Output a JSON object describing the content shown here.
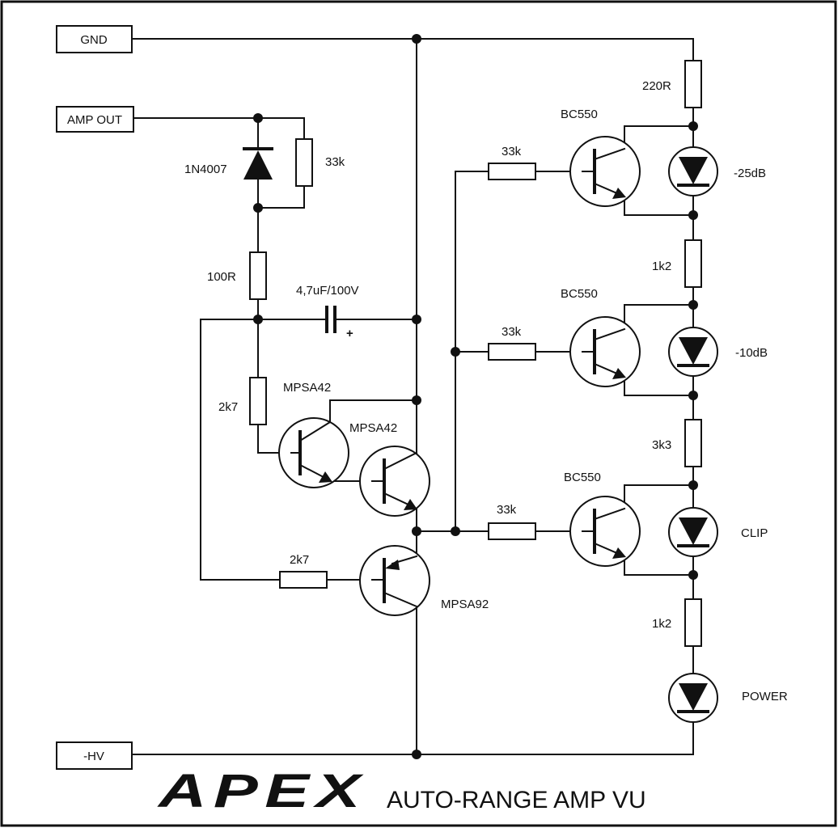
{
  "terminals": {
    "gnd": "GND",
    "amp_out": "AMP OUT",
    "minus_hv": "-HV"
  },
  "components": {
    "diode": "1N4007",
    "r_33k_diode": "33k",
    "r_100r": "100R",
    "cap": "4,7uF/100V",
    "cap_plus": "+",
    "r_2k7_a": "2k7",
    "q_mpsa42_a": "MPSA42",
    "q_mpsa42_b": "MPSA42",
    "r_2k7_b": "2k7",
    "q_mpsa92": "MPSA92",
    "r_220r": "220R",
    "r_1k2_a": "1k2",
    "r_3k3": "3k3",
    "r_1k2_b": "1k2",
    "r_33k_1": "33k",
    "r_33k_2": "33k",
    "r_33k_3": "33k",
    "q_bc550_1": "BC550",
    "q_bc550_2": "BC550",
    "q_bc550_3": "BC550"
  },
  "leds": {
    "led_1": "-25dB",
    "led_2": "-10dB",
    "led_3": "CLIP",
    "led_4": "POWER"
  },
  "footer": {
    "logo": "APEX",
    "title": "AUTO-RANGE AMP VU"
  }
}
